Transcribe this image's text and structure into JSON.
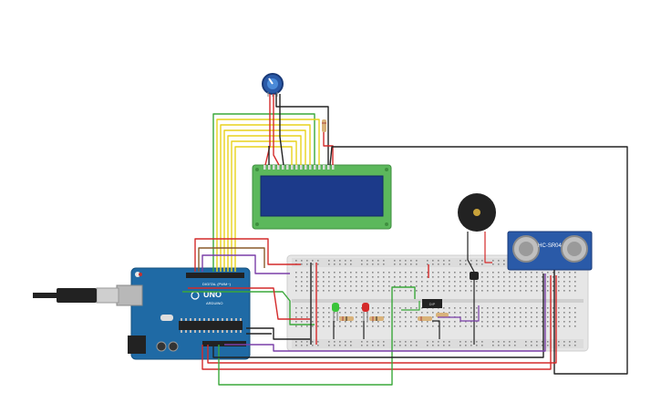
{
  "circuit": {
    "board_logo": "UNO",
    "board_brand": "ARDUINO",
    "board_label_digital": "DIGITAL (PWM~)",
    "sensor_label": "HC-SR04",
    "ic_label": "DIP"
  },
  "components": [
    {
      "name": "Arduino Uno",
      "icon": "arduino-board"
    },
    {
      "name": "USB cable",
      "icon": "usb-plug"
    },
    {
      "name": "Potentiometer",
      "icon": "knob"
    },
    {
      "name": "LCD 16x2",
      "icon": "lcd-display"
    },
    {
      "name": "Piezo buzzer",
      "icon": "buzzer"
    },
    {
      "name": "Ultrasonic sensor",
      "icon": "ultrasonic-sensor"
    },
    {
      "name": "Breadboard",
      "icon": "breadboard"
    },
    {
      "name": "Green LED",
      "icon": "led"
    },
    {
      "name": "Red LED",
      "icon": "led"
    },
    {
      "name": "Resistors",
      "icon": "resistor"
    },
    {
      "name": "Temperature sensor",
      "icon": "sensor"
    },
    {
      "name": "IC",
      "icon": "chip"
    }
  ],
  "colors": {
    "wire_red": "#d42a2a",
    "wire_black": "#222222",
    "wire_green": "#3aa83a",
    "wire_yellow": "#e8d21c",
    "wire_orange": "#e08a1e",
    "wire_purple": "#7a3fa8",
    "wire_brown": "#8a5a2a",
    "board_blue": "#1f6aa5",
    "lcd_green": "#5cb85c",
    "lcd_screen": "#1c3a8a",
    "breadboard": "#e8e8e8",
    "sensor_blue": "#2a5aa8"
  }
}
